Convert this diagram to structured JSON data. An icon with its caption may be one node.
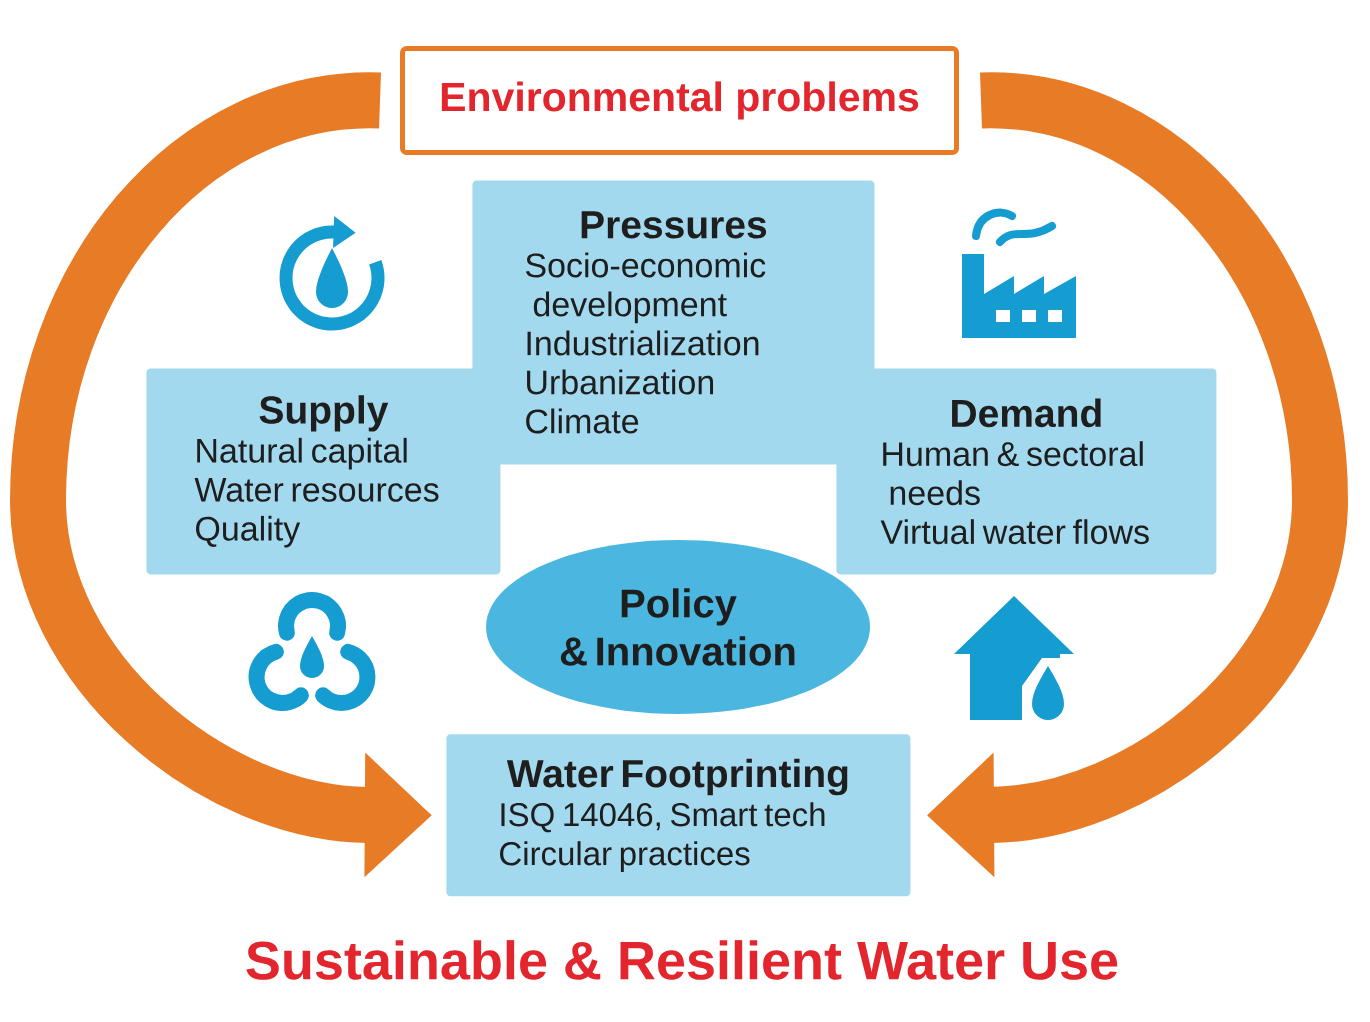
{
  "diagram": {
    "title": "Sustainable & Resilient Water Use",
    "nodes": [
      {
        "text": [
          "Environmental problems"
        ]
      },
      {
        "text": [
          "Pressures",
          "Socio-economic development",
          "Industrialization",
          "Urbanization",
          "Climate"
        ]
      },
      {
        "text": [
          "Supply",
          "Natural capital",
          "Water resources",
          "Quality"
        ]
      },
      {
        "text": [
          "Demand",
          "Human & sectoral needs",
          "Virtual water flows"
        ]
      },
      {
        "text": [
          "Policy & Innovation"
        ]
      },
      {
        "text": [
          "Water Footprinting",
          "ISQ 14046, Smart tech",
          "Circular practices"
        ]
      }
    ],
    "edges": [
      {
        "from": 0,
        "to": 5,
        "arrow": "to"
      },
      {
        "from": 0,
        "to": 5,
        "arrow": "to"
      }
    ]
  }
}
